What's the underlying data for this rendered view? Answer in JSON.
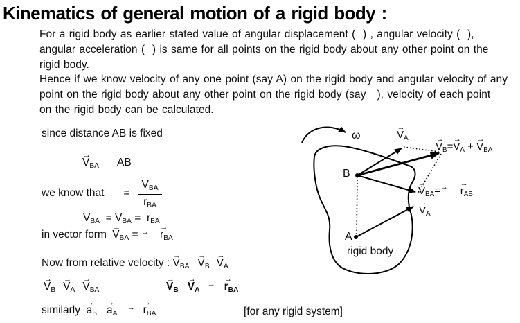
{
  "title": "Kinematics of general motion of a rigid body :",
  "intro_lines": [
    "For a rigid body as earlier stated value of angular displacement (  ) , angular velocity (  ),",
    "angular acceleration (  ) is same for all points on the rigid body about any other point on the",
    "rigid body.",
    "Hence if we know velocity of any one point (say A) on the rigid body and angular velocity of any",
    "point on the rigid body about any other point on the rigid body (say   ), velocity of each point",
    "on the rigid body can be calculated."
  ],
  "since_label": "since distance AB is fixed",
  "eq_perp": [
    {
      "t": "v",
      "b": "V",
      "s": "BA",
      "a": 1
    },
    {
      "t": "sp",
      "w": 26
    },
    {
      "t": "s",
      "x": "AB"
    }
  ],
  "know_label": "we know that",
  "know_eq": [
    {
      "t": "sp",
      "w": 28
    },
    {
      "t": "s",
      "x": "="
    },
    {
      "t": "sp",
      "w": 12
    },
    {
      "t": "f",
      "n": {
        "b": "V",
        "s": "BA"
      },
      "d": {
        "b": "r",
        "s": "BA"
      }
    }
  ],
  "eq_mag": [
    {
      "t": "v",
      "b": "V",
      "s": "BA"
    },
    {
      "t": "s",
      "x": "  = "
    },
    {
      "t": "v",
      "b": "V",
      "s": "BA"
    },
    {
      "t": "s",
      "x": " =  "
    },
    {
      "t": "v",
      "b": "r",
      "s": "BA"
    }
  ],
  "eq_vecform": [
    {
      "t": "s",
      "x": "in vector form "
    },
    {
      "t": "sp",
      "w": 4
    },
    {
      "t": "v",
      "b": "V",
      "s": "BA",
      "a": 1
    },
    {
      "t": "s",
      "x": " = "
    },
    {
      "t": "a"
    },
    {
      "t": "sp",
      "w": 16
    },
    {
      "t": "v",
      "b": "r",
      "s": "BA",
      "a": 1
    }
  ],
  "eq_rel": [
    {
      "t": "s",
      "x": "Now from relative velocity : "
    },
    {
      "t": "v",
      "b": "V",
      "s": "BA",
      "a": 1
    },
    {
      "t": "sp",
      "w": 12
    },
    {
      "t": "v",
      "b": "V",
      "s": "B",
      "a": 1
    },
    {
      "t": "sp",
      "w": 10
    },
    {
      "t": "v",
      "b": "V",
      "s": "A",
      "a": 1
    }
  ],
  "eq_sum_left": [
    {
      "t": "v",
      "b": "V",
      "s": "B",
      "a": 1
    },
    {
      "t": "sp",
      "w": 11
    },
    {
      "t": "v",
      "b": "V",
      "s": "A",
      "a": 1
    },
    {
      "t": "sp",
      "w": 11
    },
    {
      "t": "v",
      "b": "V",
      "s": "BA",
      "a": 1
    }
  ],
  "eq_sum_right": [
    {
      "t": "v",
      "b": "V",
      "s": "B",
      "a": 1,
      "bold": 1
    },
    {
      "t": "sp",
      "w": 13
    },
    {
      "t": "v",
      "b": "V",
      "s": "A",
      "a": 1,
      "bold": 1
    },
    {
      "t": "sp",
      "w": 11
    },
    {
      "t": "a"
    },
    {
      "t": "sp",
      "w": 13
    },
    {
      "t": "v",
      "b": "r",
      "s": "BA",
      "a": 1,
      "bold": 1
    }
  ],
  "eq_similarly": [
    {
      "t": "s",
      "x": "similarly  "
    },
    {
      "t": "v",
      "b": "a",
      "s": "B",
      "a": 1
    },
    {
      "t": "sp",
      "w": 14
    },
    {
      "t": "v",
      "b": "a",
      "s": "A",
      "a": 1
    },
    {
      "t": "sp",
      "w": 14
    },
    {
      "t": "a"
    },
    {
      "t": "sp",
      "w": 12
    },
    {
      "t": "v",
      "b": "r",
      "s": "BA",
      "a": 1
    }
  ],
  "rigid_note": "[for any rigid system]",
  "diagram": {
    "omega": "ω",
    "b_label": "B",
    "a_label": "A",
    "rigid_body_label": "rigid body",
    "va_top": [
      {
        "t": "v",
        "b": "V",
        "s": "A",
        "a": 1
      }
    ],
    "vb_eq": [
      {
        "t": "v",
        "b": "V",
        "s": "B",
        "a": 1
      },
      {
        "t": "s",
        "x": "="
      },
      {
        "t": "v",
        "b": "V",
        "s": "A",
        "a": 1
      },
      {
        "t": "s",
        "x": " + "
      },
      {
        "t": "v",
        "b": "V",
        "s": "BA",
        "a": 1
      }
    ],
    "vba_eq": [
      {
        "t": "v",
        "b": "V",
        "s": "BA",
        "a": 1
      },
      {
        "t": "s",
        "x": "="
      },
      {
        "t": "a"
      },
      {
        "t": "sp",
        "w": 18
      },
      {
        "t": "v",
        "b": "r",
        "s": "AB",
        "a": 1
      }
    ],
    "va_mid": [
      {
        "t": "v",
        "b": "V",
        "s": "A",
        "a": 1
      }
    ]
  },
  "colors": {
    "ink": "#000000",
    "background": "#ffffff"
  }
}
